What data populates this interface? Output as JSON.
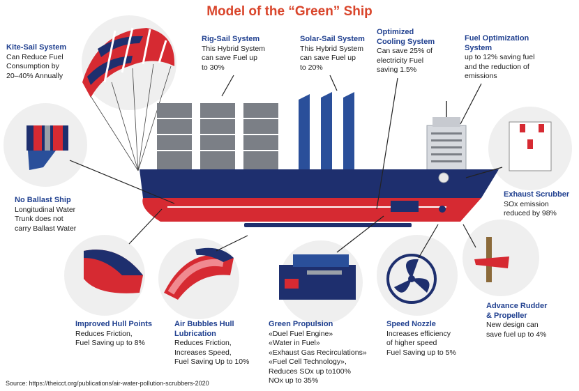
{
  "title": "Model of the “Green” Ship",
  "labels": {
    "kite": {
      "heading": "Kite-Sail System",
      "desc": "Can Reduce Fuel\nConsumption by\n20–40% Annually"
    },
    "rig": {
      "heading": "Rig-Sail System",
      "desc": "This Hybrid System\ncan save Fuel up\nto 30%"
    },
    "solar": {
      "heading": "Solar-Sail System",
      "desc": "This Hybrid System\ncan save Fuel up\nto 20%"
    },
    "cooling": {
      "heading": "Optimized\nCooling System",
      "desc": "Can save 25% of\nelectricity Fuel\nsaving 1.5%"
    },
    "fuel_opt": {
      "heading": "Fuel Optimization\nSystem",
      "desc": "up to 12% saving fuel\nand the reduction of\nemissions"
    },
    "ballast": {
      "heading": "No Ballast Ship",
      "desc": "Longitudinal Water\nTrunk does not\ncarry Ballast Water"
    },
    "scrubber": {
      "heading": "Exhaust Scrubber",
      "desc": "SOx emission\nreduced by 98%"
    },
    "hull": {
      "heading": "Improved Hull Points",
      "desc": "Reduces Friction,\nFuel Saving up to 8%"
    },
    "bubbles": {
      "heading": "Air Bubbles Hull\nLubrication",
      "desc": "Reduces Friction,\nIncreases Speed,\nFuel Saving Up to 10%"
    },
    "propulsion": {
      "heading": "Green Propulsion",
      "desc": "«Duel Fuel Engine»\n«Water in Fuel»\n«Exhaust Gas Recirculations»\n«Fuel Cell Technology»,\nReduces SOx up to100%\nNOx up to 35%"
    },
    "nozzle": {
      "heading": "Speed Nozzle",
      "desc": "Increases efficiency\nof higher speed\nFuel Saving up to 5%"
    },
    "rudder": {
      "heading": "Advance Rudder\n& Propeller",
      "desc": "New design can\nsave fuel up to 4%"
    }
  },
  "source": "Source: https://theicct.org/publications/air-water-pollution-scrubbers-2020",
  "colors": {
    "title": "#d9452b",
    "heading": "#1f3f8f",
    "hull_top": "#1e2f6e",
    "hull_bottom": "#d62a32",
    "sail": "#7b7f86",
    "solar": "#2a4f9a"
  }
}
